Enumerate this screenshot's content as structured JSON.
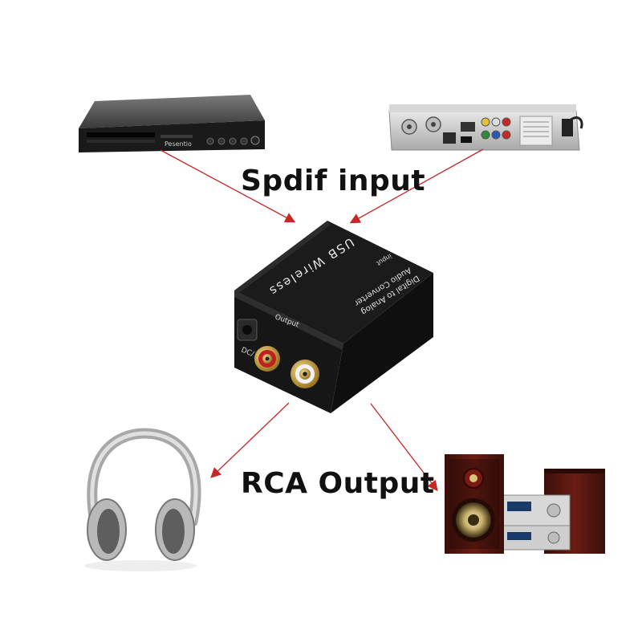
{
  "captions": {
    "top": "Spdif input",
    "bottom": "RCA Output"
  },
  "dvd_player": {
    "brand": "Pesentio"
  },
  "converter": {
    "top_label": "USB Wireless",
    "side_label_1": "Digital to Analog",
    "side_label_2": "Audio Converter",
    "input_label": "input",
    "output_label": "Output",
    "dc_label": "DC/"
  },
  "colors": {
    "arrow": "#c62828",
    "device_black": "#141414",
    "rca_red": "#c21f1f",
    "gold": "#c9a13b"
  }
}
